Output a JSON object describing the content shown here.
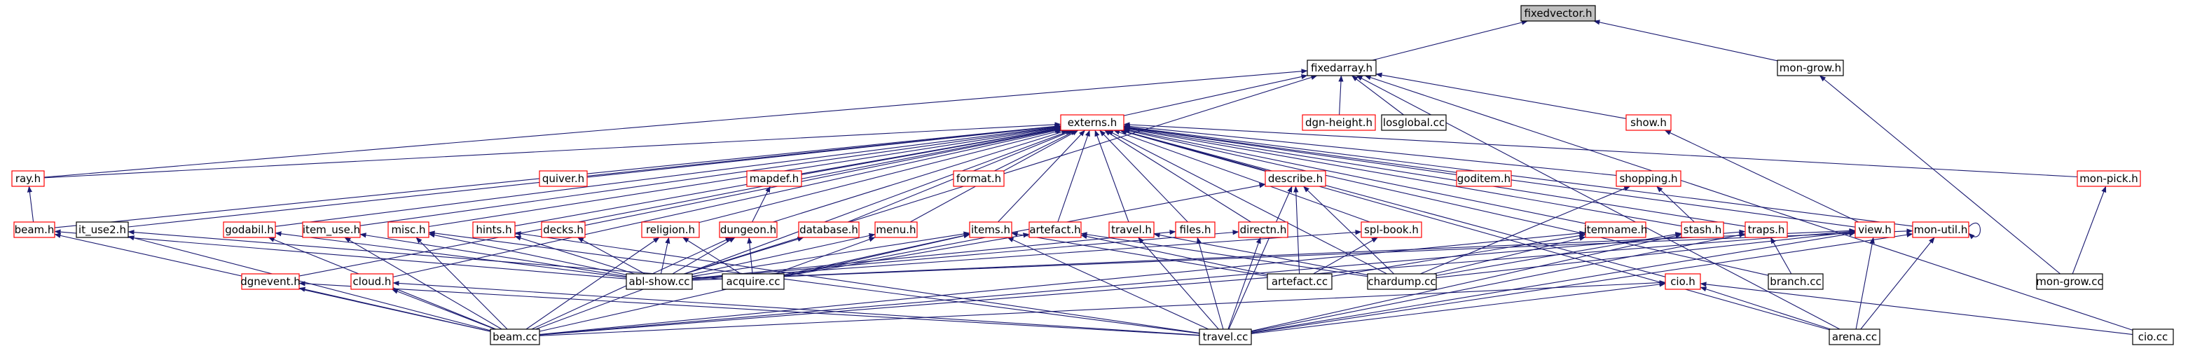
{
  "graph": {
    "colors": {
      "root_fill": "#bfbfbf",
      "black_border": "#000000",
      "red_border": "#ff0000",
      "edge": "#191970",
      "fill": "#ffffff"
    },
    "nodes": [
      {
        "id": "fixedvector_h",
        "label": "fixedvector.h",
        "border": "root"
      },
      {
        "id": "fixedarray_h",
        "label": "fixedarray.h",
        "border": "black"
      },
      {
        "id": "mon_grow_h",
        "label": "mon-grow.h",
        "border": "black"
      },
      {
        "id": "dgn_height_h",
        "label": "dgn-height.h",
        "border": "red"
      },
      {
        "id": "losglobal_cc",
        "label": "losglobal.cc",
        "border": "black"
      },
      {
        "id": "show_h",
        "label": "show.h",
        "border": "red"
      },
      {
        "id": "externs_h",
        "label": "externs.h",
        "border": "red"
      },
      {
        "id": "ray_h",
        "label": "ray.h",
        "border": "red"
      },
      {
        "id": "quiver_h",
        "label": "quiver.h",
        "border": "red"
      },
      {
        "id": "mapdef_h",
        "label": "mapdef.h",
        "border": "red"
      },
      {
        "id": "format_h",
        "label": "format.h",
        "border": "red"
      },
      {
        "id": "describe_h",
        "label": "describe.h",
        "border": "red"
      },
      {
        "id": "goditem_h",
        "label": "goditem.h",
        "border": "red"
      },
      {
        "id": "shopping_h",
        "label": "shopping.h",
        "border": "red"
      },
      {
        "id": "mon_pick_h",
        "label": "mon-pick.h",
        "border": "red"
      },
      {
        "id": "beam_h",
        "label": "beam.h",
        "border": "red"
      },
      {
        "id": "it_use2_h",
        "label": "it_use2.h",
        "border": "black"
      },
      {
        "id": "godabil_h",
        "label": "godabil.h",
        "border": "red"
      },
      {
        "id": "item_use_h",
        "label": "item_use.h",
        "border": "red"
      },
      {
        "id": "misc_h",
        "label": "misc.h",
        "border": "red"
      },
      {
        "id": "hints_h",
        "label": "hints.h",
        "border": "red"
      },
      {
        "id": "decks_h",
        "label": "decks.h",
        "border": "red"
      },
      {
        "id": "religion_h",
        "label": "religion.h",
        "border": "red"
      },
      {
        "id": "dungeon_h",
        "label": "dungeon.h",
        "border": "red"
      },
      {
        "id": "database_h",
        "label": "database.h",
        "border": "red"
      },
      {
        "id": "menu_h",
        "label": "menu.h",
        "border": "red"
      },
      {
        "id": "items_h",
        "label": "items.h",
        "border": "red"
      },
      {
        "id": "artefact_h",
        "label": "artefact.h",
        "border": "red"
      },
      {
        "id": "travel_h",
        "label": "travel.h",
        "border": "red"
      },
      {
        "id": "files_h",
        "label": "files.h",
        "border": "red"
      },
      {
        "id": "directn_h",
        "label": "directn.h",
        "border": "red"
      },
      {
        "id": "spl_book_h",
        "label": "spl-book.h",
        "border": "red"
      },
      {
        "id": "itemname_h",
        "label": "itemname.h",
        "border": "red"
      },
      {
        "id": "stash_h",
        "label": "stash.h",
        "border": "red"
      },
      {
        "id": "traps_h",
        "label": "traps.h",
        "border": "red"
      },
      {
        "id": "view_h",
        "label": "view.h",
        "border": "red"
      },
      {
        "id": "mon_util_h",
        "label": "mon-util.h",
        "border": "red"
      },
      {
        "id": "dgnevent_h",
        "label": "dgnevent.h",
        "border": "red"
      },
      {
        "id": "cloud_h",
        "label": "cloud.h",
        "border": "red"
      },
      {
        "id": "abl_show_cc",
        "label": "abl-show.cc",
        "border": "black"
      },
      {
        "id": "acquire_cc",
        "label": "acquire.cc",
        "border": "black"
      },
      {
        "id": "artefact_cc",
        "label": "artefact.cc",
        "border": "black"
      },
      {
        "id": "chardump_cc",
        "label": "chardump.cc",
        "border": "black"
      },
      {
        "id": "cio_h",
        "label": "cio.h",
        "border": "red"
      },
      {
        "id": "branch_cc",
        "label": "branch.cc",
        "border": "black"
      },
      {
        "id": "mon_grow_cc",
        "label": "mon-grow.cc",
        "border": "black"
      },
      {
        "id": "beam_cc",
        "label": "beam.cc",
        "border": "black"
      },
      {
        "id": "travel_cc",
        "label": "travel.cc",
        "border": "black"
      },
      {
        "id": "arena_cc",
        "label": "arena.cc",
        "border": "black"
      },
      {
        "id": "cio_cc",
        "label": "cio.cc",
        "border": "black"
      }
    ],
    "edges": [
      [
        "fixedarray_h",
        "fixedvector_h"
      ],
      [
        "mon_grow_h",
        "fixedvector_h"
      ],
      [
        "dgn_height_h",
        "fixedarray_h"
      ],
      [
        "losglobal_cc",
        "fixedarray_h"
      ],
      [
        "show_h",
        "fixedarray_h"
      ],
      [
        "externs_h",
        "fixedarray_h"
      ],
      [
        "ray_h",
        "fixedarray_h"
      ],
      [
        "abl_show_cc",
        "fixedarray_h"
      ],
      [
        "cio_cc",
        "fixedarray_h"
      ],
      [
        "arena_cc",
        "fixedarray_h"
      ],
      [
        "mon_grow_cc",
        "mon_grow_h"
      ],
      [
        "view_h",
        "show_h"
      ],
      [
        "ray_h",
        "externs_h"
      ],
      [
        "quiver_h",
        "externs_h"
      ],
      [
        "mapdef_h",
        "externs_h"
      ],
      [
        "format_h",
        "externs_h"
      ],
      [
        "describe_h",
        "externs_h"
      ],
      [
        "goditem_h",
        "externs_h"
      ],
      [
        "shopping_h",
        "externs_h"
      ],
      [
        "mon_pick_h",
        "externs_h"
      ],
      [
        "beam_h",
        "externs_h"
      ],
      [
        "it_use2_h",
        "externs_h"
      ],
      [
        "godabil_h",
        "externs_h"
      ],
      [
        "item_use_h",
        "externs_h"
      ],
      [
        "misc_h",
        "externs_h"
      ],
      [
        "hints_h",
        "externs_h"
      ],
      [
        "decks_h",
        "externs_h"
      ],
      [
        "religion_h",
        "externs_h"
      ],
      [
        "dungeon_h",
        "externs_h"
      ],
      [
        "database_h",
        "externs_h"
      ],
      [
        "menu_h",
        "externs_h"
      ],
      [
        "items_h",
        "externs_h"
      ],
      [
        "artefact_h",
        "externs_h"
      ],
      [
        "travel_h",
        "externs_h"
      ],
      [
        "files_h",
        "externs_h"
      ],
      [
        "directn_h",
        "externs_h"
      ],
      [
        "spl_book_h",
        "externs_h"
      ],
      [
        "itemname_h",
        "externs_h"
      ],
      [
        "stash_h",
        "externs_h"
      ],
      [
        "traps_h",
        "externs_h"
      ],
      [
        "view_h",
        "externs_h"
      ],
      [
        "mon_util_h",
        "externs_h"
      ],
      [
        "cloud_h",
        "externs_h"
      ],
      [
        "dgnevent_h",
        "externs_h"
      ],
      [
        "branch_cc",
        "externs_h"
      ],
      [
        "chardump_cc",
        "externs_h"
      ],
      [
        "cio_h",
        "externs_h"
      ],
      [
        "beam_cc",
        "externs_h"
      ],
      [
        "arena_cc",
        "externs_h"
      ],
      [
        "beam_h",
        "ray_h"
      ],
      [
        "dungeon_h",
        "mapdef_h"
      ],
      [
        "artefact_cc",
        "describe_h"
      ],
      [
        "chardump_cc",
        "describe_h"
      ],
      [
        "acquire_cc",
        "describe_h"
      ],
      [
        "travel_cc",
        "describe_h"
      ],
      [
        "chardump_cc",
        "shopping_h"
      ],
      [
        "stash_h",
        "shopping_h"
      ],
      [
        "mon_grow_cc",
        "mon_pick_h"
      ],
      [
        "abl_show_cc",
        "mon_util_h"
      ],
      [
        "travel_cc",
        "mon_util_h"
      ],
      [
        "arena_cc",
        "mon_util_h"
      ],
      [
        "mon_util_h",
        "mon_util_h"
      ],
      [
        "beam_cc",
        "beam_h"
      ],
      [
        "abl_show_cc",
        "beam_h"
      ],
      [
        "beam_cc",
        "it_use2_h"
      ],
      [
        "acquire_cc",
        "it_use2_h"
      ],
      [
        "beam_cc",
        "godabil_h"
      ],
      [
        "abl_show_cc",
        "godabil_h"
      ],
      [
        "beam_cc",
        "item_use_h"
      ],
      [
        "abl_show_cc",
        "item_use_h"
      ],
      [
        "beam_cc",
        "misc_h"
      ],
      [
        "abl_show_cc",
        "misc_h"
      ],
      [
        "travel_cc",
        "misc_h"
      ],
      [
        "abl_show_cc",
        "hints_h"
      ],
      [
        "travel_cc",
        "hints_h"
      ],
      [
        "abl_show_cc",
        "decks_h"
      ],
      [
        "abl_show_cc",
        "religion_h"
      ],
      [
        "acquire_cc",
        "religion_h"
      ],
      [
        "beam_cc",
        "religion_h"
      ],
      [
        "abl_show_cc",
        "dungeon_h"
      ],
      [
        "acquire_cc",
        "dungeon_h"
      ],
      [
        "beam_cc",
        "dungeon_h"
      ],
      [
        "abl_show_cc",
        "database_h"
      ],
      [
        "abl_show_cc",
        "menu_h"
      ],
      [
        "acquire_cc",
        "menu_h"
      ],
      [
        "abl_show_cc",
        "items_h"
      ],
      [
        "acquire_cc",
        "items_h"
      ],
      [
        "beam_cc",
        "items_h"
      ],
      [
        "artefact_cc",
        "items_h"
      ],
      [
        "travel_cc",
        "items_h"
      ],
      [
        "artefact_cc",
        "artefact_h"
      ],
      [
        "acquire_cc",
        "artefact_h"
      ],
      [
        "chardump_cc",
        "artefact_h"
      ],
      [
        "travel_cc",
        "travel_h"
      ],
      [
        "chardump_cc",
        "travel_h"
      ],
      [
        "travel_cc",
        "files_h"
      ],
      [
        "abl_show_cc",
        "files_h"
      ],
      [
        "travel_cc",
        "directn_h"
      ],
      [
        "abl_show_cc",
        "directn_h"
      ],
      [
        "artefact_cc",
        "spl_book_h"
      ],
      [
        "abl_show_cc",
        "spl_book_h"
      ],
      [
        "chardump_cc",
        "itemname_h"
      ],
      [
        "artefact_cc",
        "itemname_h"
      ],
      [
        "beam_cc",
        "itemname_h"
      ],
      [
        "travel_cc",
        "stash_h"
      ],
      [
        "chardump_cc",
        "stash_h"
      ],
      [
        "travel_cc",
        "traps_h"
      ],
      [
        "beam_cc",
        "traps_h"
      ],
      [
        "branch_cc",
        "traps_h"
      ],
      [
        "abl_show_cc",
        "view_h"
      ],
      [
        "beam_cc",
        "view_h"
      ],
      [
        "travel_cc",
        "view_h"
      ],
      [
        "arena_cc",
        "view_h"
      ],
      [
        "chardump_cc",
        "view_h"
      ],
      [
        "beam_cc",
        "cloud_h"
      ],
      [
        "travel_cc",
        "cloud_h"
      ],
      [
        "beam_cc",
        "dgnevent_h"
      ],
      [
        "travel_cc",
        "dgnevent_h"
      ],
      [
        "travel_cc",
        "cio_h"
      ],
      [
        "arena_cc",
        "cio_h"
      ],
      [
        "cio_cc",
        "cio_h"
      ],
      [
        "beam_cc",
        "cio_h"
      ]
    ]
  }
}
